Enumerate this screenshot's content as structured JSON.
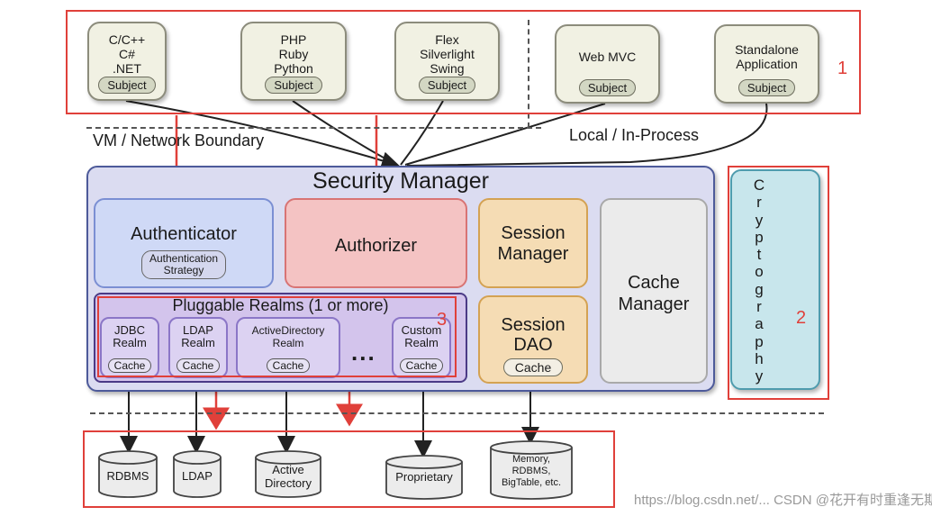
{
  "clients": [
    {
      "lines": [
        "C/C++",
        "C#",
        ".NET"
      ],
      "pill": "Subject"
    },
    {
      "lines": [
        "PHP",
        "Ruby",
        "Python"
      ],
      "pill": "Subject"
    },
    {
      "lines": [
        "Flex",
        "Silverlight",
        "Swing"
      ],
      "pill": "Subject"
    },
    {
      "lines": [
        "Web MVC"
      ],
      "pill": "Subject"
    },
    {
      "lines": [
        "Standalone",
        "Application"
      ],
      "pill": "Subject"
    }
  ],
  "boundaries": {
    "left": "VM / Network Boundary",
    "right": "Local / In-Process"
  },
  "security_manager": {
    "title": "Security Manager",
    "authenticator": "Authenticator",
    "auth_strategy": [
      "Authentication",
      "Strategy"
    ],
    "authorizer": "Authorizer",
    "session_manager": [
      "Session",
      "Manager"
    ],
    "cache_manager": [
      "Cache",
      "Manager"
    ],
    "session_dao": [
      "Session",
      "DAO"
    ],
    "session_dao_pill": "Cache",
    "realms_title": "Pluggable Realms (1 or more)",
    "realms": [
      {
        "lines": [
          "JDBC",
          "Realm"
        ],
        "pill": "Cache"
      },
      {
        "lines": [
          "LDAP",
          "Realm"
        ],
        "pill": "Cache"
      },
      {
        "lines": [
          "ActiveDirectory",
          "Realm"
        ],
        "pill": "Cache"
      },
      {
        "lines": [
          "Custom",
          "Realm"
        ],
        "pill": "Cache"
      }
    ],
    "ellipsis": "..."
  },
  "cryptography": [
    "C",
    "r",
    "y",
    "p",
    "t",
    "o",
    "g",
    "r",
    "a",
    "p",
    "h",
    "y"
  ],
  "datastores": [
    {
      "lines": [
        "RDBMS"
      ]
    },
    {
      "lines": [
        "LDAP"
      ]
    },
    {
      "lines": [
        "Active",
        "Directory"
      ]
    },
    {
      "lines": [
        "Proprietary"
      ]
    },
    {
      "lines": [
        "Memory,",
        "RDBMS,",
        "BigTable, etc."
      ]
    }
  ],
  "annotations": {
    "one": "1",
    "two": "2",
    "three": "3"
  },
  "watermark": "https://blog.csdn.net/...   CSDN @花开有时重逢无期",
  "colors": {
    "annotation_red": "#e0403a"
  }
}
